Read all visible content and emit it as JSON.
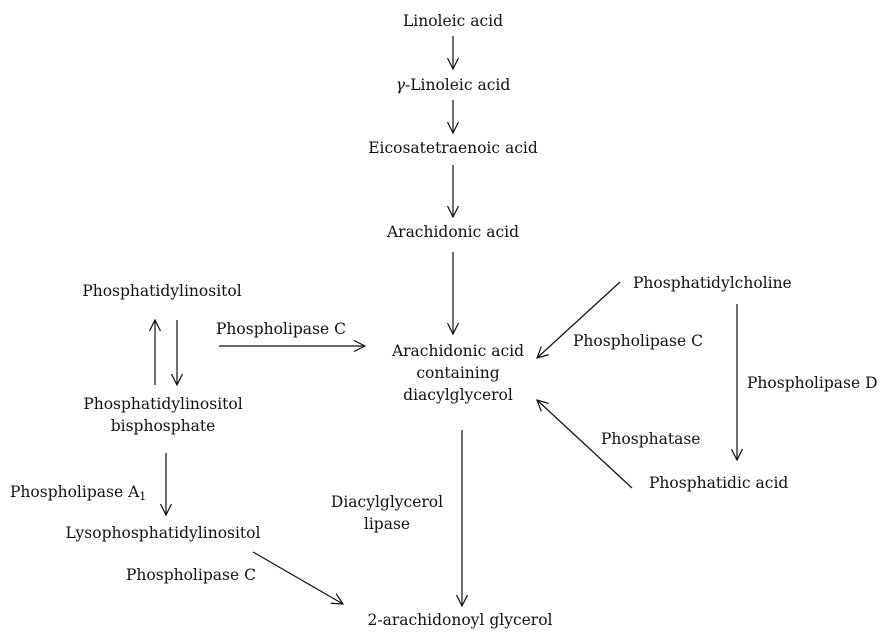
{
  "nodes": {
    "linoleic": "Linoleic acid",
    "gamma_symbol": "γ",
    "gamma_linoleic": "-Linoleic acid",
    "eicosatetraenoic": "Eicosatetraenoic acid",
    "arachidonic": "Arachidonic acid",
    "phosphatidylinositol": "Phosphatidylinositol",
    "pip_line1": "Phosphatidylinositol",
    "pip_line2": "bisphosphate",
    "aa_dag_line1": "Arachidonic acid",
    "aa_dag_line2": "containing",
    "aa_dag_line3": "diacylglycerol",
    "phosphatidylcholine": "Phosphatidylcholine",
    "phosphatidic": "Phosphatidic acid",
    "lysopi": "Lysophosphatidylinositol",
    "two_ag": "2-arachidonoyl glycerol"
  },
  "enzymes": {
    "plc_left": "Phospholipase C",
    "plc_right": "Phospholipase C",
    "pld": "Phospholipase D",
    "phosphatase": "Phosphatase",
    "pla1": "Phospholipase A",
    "pla1_sub": "1",
    "dagl_line1": "Diacylglycerol",
    "dagl_line2": "lipase",
    "plc_bottom": "Phospholipase C"
  }
}
